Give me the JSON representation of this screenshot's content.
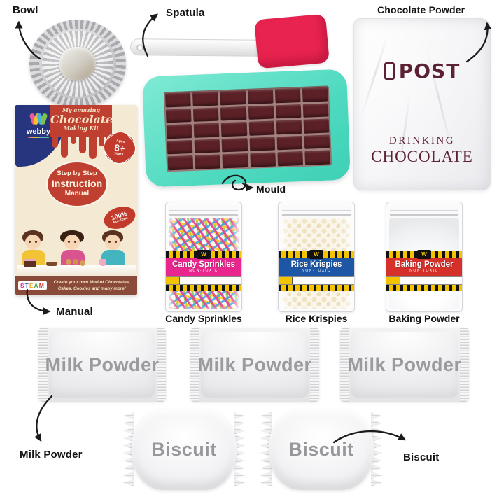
{
  "canvas": {
    "bg": "#ffffff"
  },
  "annotations": {
    "bowl": "Bowl",
    "spatula": "Spatula",
    "chocolate_powder": "Chocolate Powder",
    "manual": "Manual",
    "mould": "Mould",
    "milk_powder": "Milk Powder",
    "biscuit": "Biscuit"
  },
  "palette": {
    "arrow": "#1b1b1b",
    "label_text": "#141414",
    "spatula_head": "#e8234f",
    "mould_frame": "#4fdac0",
    "chocolate": "#5b2127",
    "bag_text": "#5c2233",
    "sachet_text": "#9b9b9f",
    "biscuit_text": "#97979b"
  },
  "chocolate_bag": {
    "brand": "POST",
    "line1": "DRINKING",
    "line2": "CHOCOLATE"
  },
  "manual_box": {
    "brand": "webby",
    "script_top": "My amazing",
    "script_title": "Chocolate",
    "script_bottom": "Making Kit",
    "ages_top": "Ages",
    "ages_big": "8+",
    "ages_bottom": "years",
    "oval_line1": "Step by Step",
    "oval_line2": "Instruction",
    "oval_line3": "Manual",
    "badge_percent": "100%",
    "badge_sub": "Non-Toxic",
    "steam_letters": [
      "S",
      "T",
      "E",
      "A",
      "M"
    ],
    "footer_line1": "Create your own kind of Chocolates,",
    "footer_line2": "Cakes, Cookies and many more!"
  },
  "mould": {
    "cols": 6,
    "rows": 5
  },
  "pouches": [
    {
      "title": "Candy Sprinkles",
      "sub": "NON-TOXIC",
      "band_color": "#e8268e",
      "logo": "W",
      "caption": "Candy Sprinkles"
    },
    {
      "title": "Rice Krispies",
      "sub": "NON-TOXIC",
      "band_color": "#1d56a5",
      "logo": "W",
      "caption": "Rice Krispies"
    },
    {
      "title": "Baking Powder",
      "sub": "NON-TOXIC",
      "band_color": "#d6302a",
      "logo": "W",
      "caption": "Baking Powder"
    }
  ],
  "sachets": [
    {
      "label": "Milk Powder"
    },
    {
      "label": "Milk Powder"
    },
    {
      "label": "Milk Powder"
    }
  ],
  "biscuits": [
    {
      "label": "Biscuit"
    },
    {
      "label": "Biscuit"
    }
  ]
}
